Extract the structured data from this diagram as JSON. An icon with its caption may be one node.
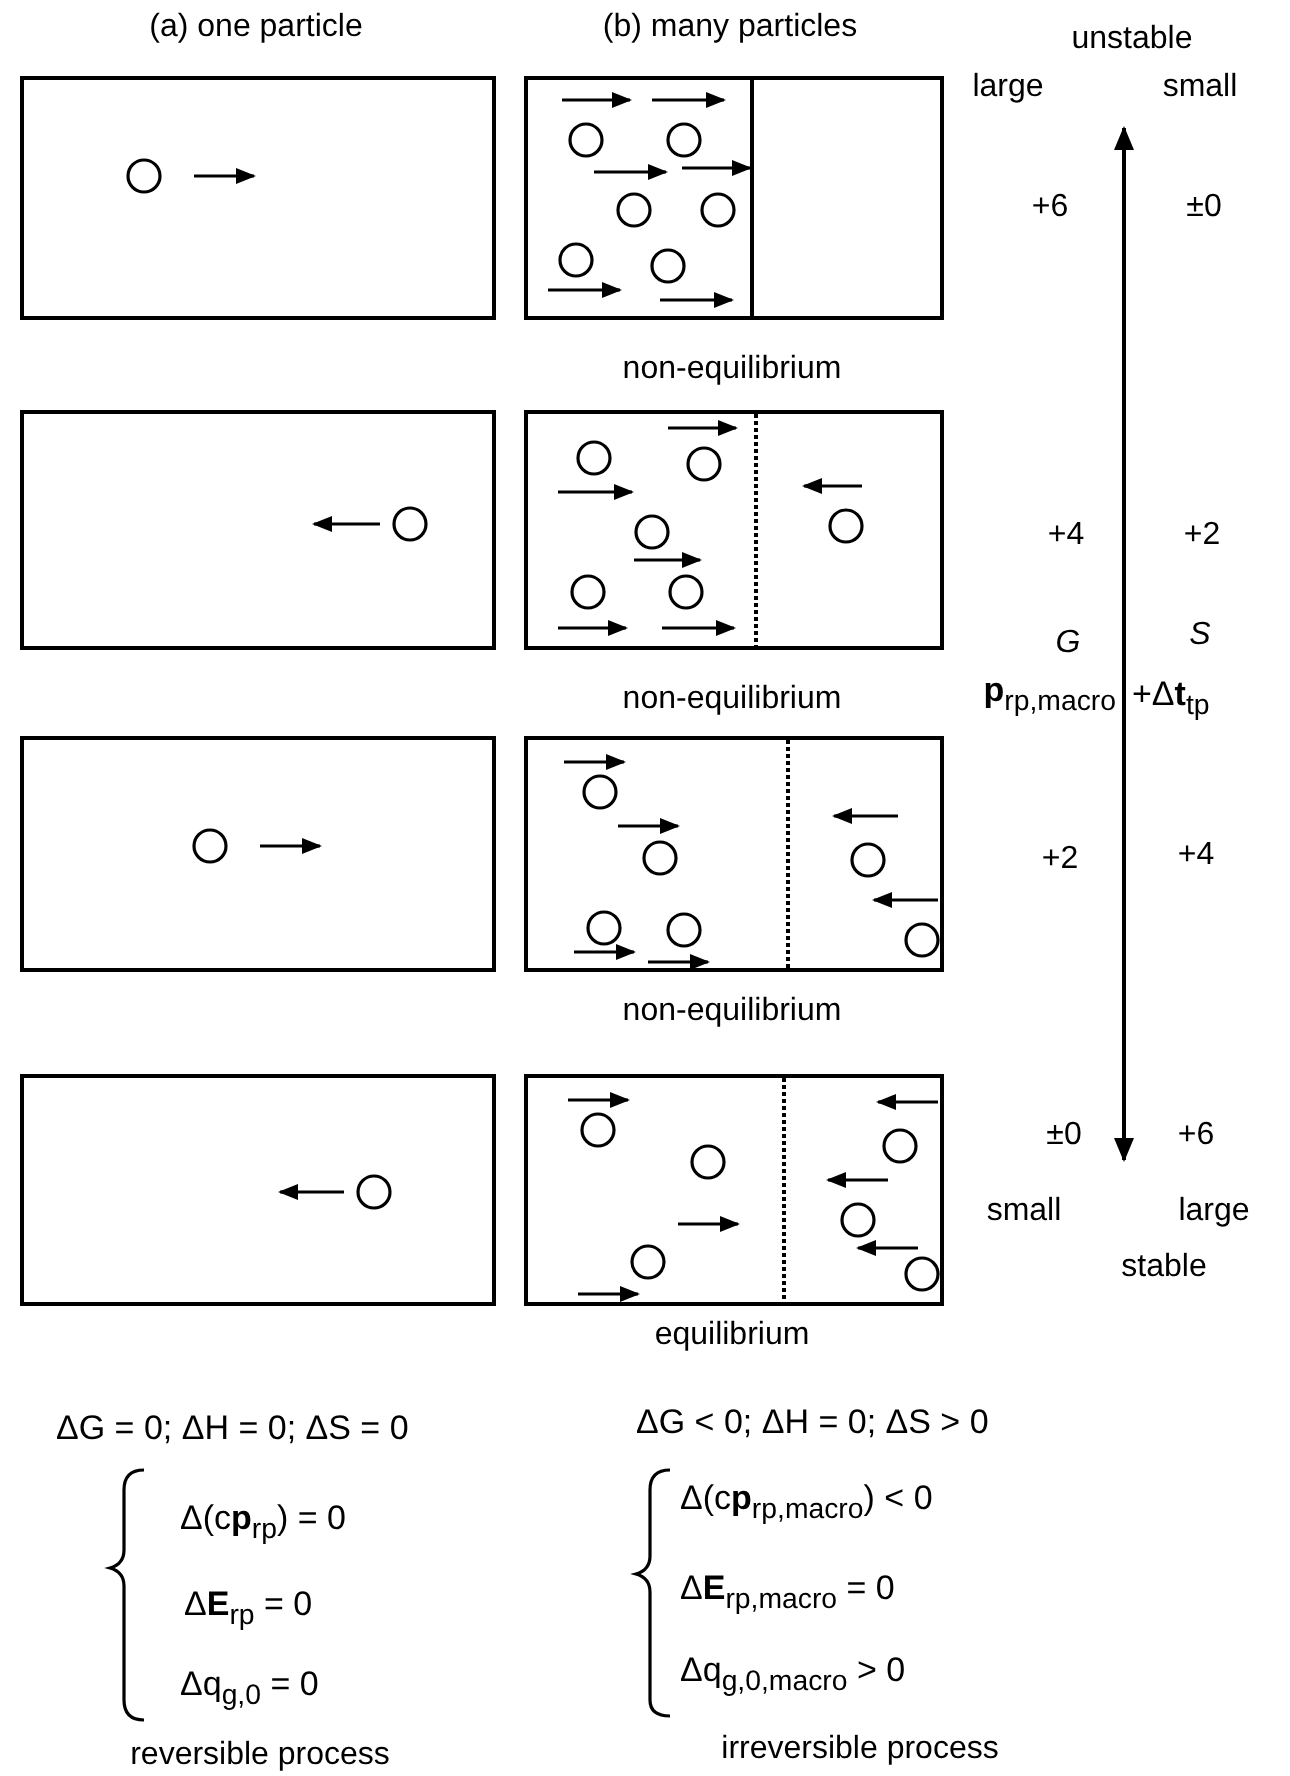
{
  "diagram": {
    "nodes": [
      {
        "text": [],
        "shape": "box"
      },
      {
        "text": [],
        "shape": "box",
        "beside": [
          "non-equilibrium"
        ]
      },
      {
        "text": [],
        "shape": "box"
      },
      {
        "text": [],
        "shape": "box",
        "beside": [
          "non-equilibrium"
        ]
      },
      {
        "text": [],
        "shape": "box"
      },
      {
        "text": [],
        "shape": "box",
        "beside": [
          "non-equilibrium"
        ]
      },
      {
        "text": [],
        "shape": "box"
      },
      {
        "text": [],
        "shape": "box",
        "beside": [
          "equilibrium"
        ]
      }
    ],
    "edges": [],
    "labels": [
      "(a) one particle",
      "(b) many particles",
      "unstable",
      "large",
      "small",
      "+6",
      "±0",
      "+4",
      "+2",
      "*G*",
      "*S*",
      "**p**$_{rp,macro}$",
      "+Δ**t**$_{tp}$",
      "+2",
      "+4",
      "±0",
      "+6",
      "small",
      "large",
      "stable",
      "ΔG = 0; ΔH = 0; ΔS = 0",
      "ΔG < 0; ΔH = 0; ΔS > 0",
      "Δ(c**p**$_{rp}$) = 0",
      "Δ(c**p**$_{rp,macro}$) < 0",
      "Δ**E**$_{rp}$ = 0",
      "Δ**E**$_{rp,macro}$ = 0",
      "Δq$_{g,0}$ = 0",
      "Δq$_{g,0,macro}$ > 0",
      "reversible process",
      "irreversible process"
    ]
  }
}
